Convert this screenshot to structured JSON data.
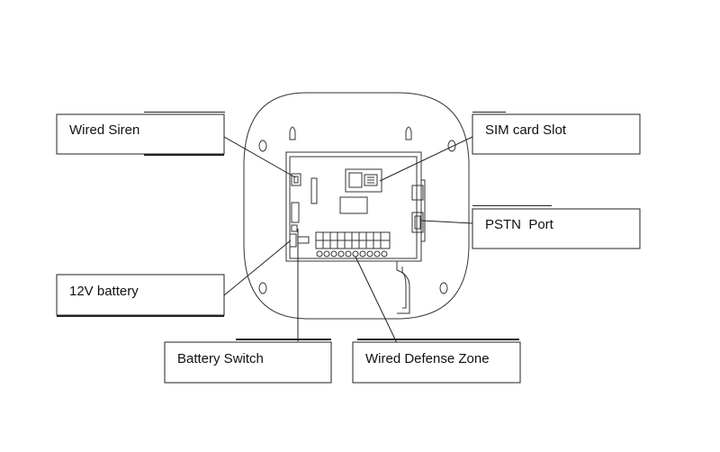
{
  "labels": {
    "wired_siren": "Wired Siren",
    "sim_card_slot": "SIM card Slot",
    "pstn_port": "PSTN  Port",
    "battery_12v": "12V battery",
    "battery_switch": "Battery Switch",
    "wired_defense_zone": "Wired Defense Zone"
  },
  "colors": {
    "line": "#222222",
    "background": "#ffffff"
  }
}
